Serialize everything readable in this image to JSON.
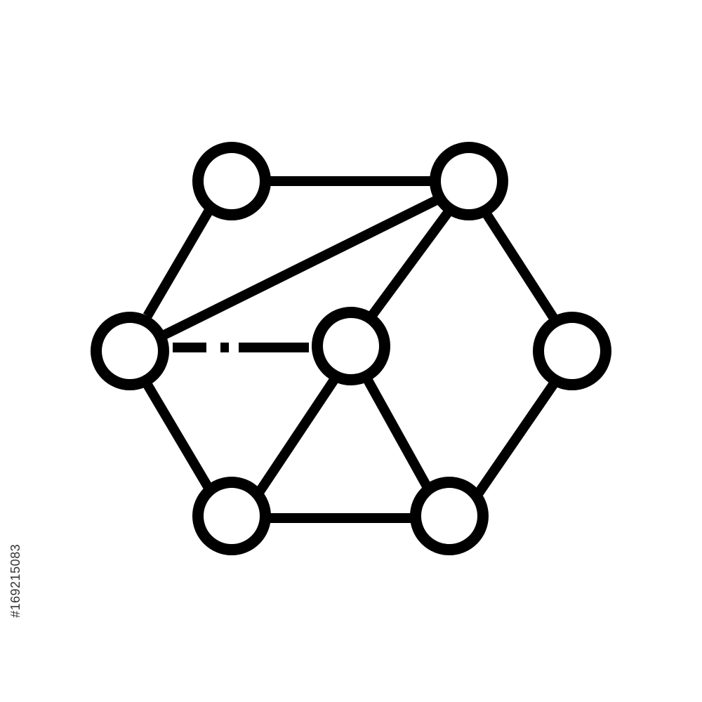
{
  "image": {
    "stock_id": "#169215083"
  },
  "icon": {
    "name": "network-graph-icon",
    "stroke_color": "#000000",
    "fill_color": "#ffffff",
    "background_color": "#ffffff",
    "nodes": [
      {
        "id": "n1"
      },
      {
        "id": "n2"
      },
      {
        "id": "n3"
      },
      {
        "id": "n4"
      },
      {
        "id": "n5"
      },
      {
        "id": "n6"
      },
      {
        "id": "n7"
      },
      {
        "id": "n8"
      }
    ],
    "edges": [
      {
        "from": "n1",
        "to": "n2",
        "style": "solid"
      },
      {
        "from": "n1",
        "to": "n3",
        "style": "solid"
      },
      {
        "from": "n3",
        "to": "n2",
        "style": "solid"
      },
      {
        "from": "n2",
        "to": "n4",
        "style": "solid"
      },
      {
        "from": "n2",
        "to": "n5",
        "style": "solid"
      },
      {
        "from": "n3",
        "to": "n4",
        "style": "dashed"
      },
      {
        "from": "n5",
        "to": "n8",
        "style": "solid"
      },
      {
        "from": "n3",
        "to": "n6",
        "style": "solid"
      },
      {
        "from": "n4",
        "to": "n6",
        "style": "solid"
      },
      {
        "from": "n4",
        "to": "n7",
        "style": "solid"
      },
      {
        "from": "n6",
        "to": "n7",
        "style": "solid"
      },
      {
        "from": "n7",
        "to": "n8",
        "style": "solid"
      }
    ]
  }
}
